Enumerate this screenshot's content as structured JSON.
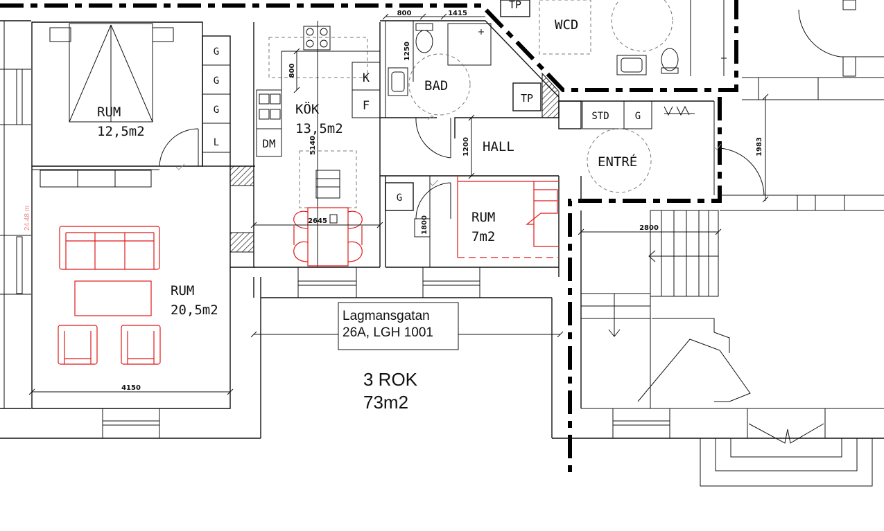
{
  "colors": {
    "furniture": "#e01818",
    "walls": "#111111",
    "background": "#ffffff"
  },
  "rooms": {
    "bedroom": {
      "name": "RUM",
      "area": "12,5m2"
    },
    "kitchen": {
      "name": "KÖK",
      "area": "13,5m2"
    },
    "bathroom": {
      "name": "BAD"
    },
    "wc": {
      "name": "WCD"
    },
    "hall": {
      "name": "HALL"
    },
    "entrance": {
      "name": "ENTRÉ"
    },
    "small_room": {
      "name": "RUM",
      "area": "7m2"
    },
    "living_room": {
      "name": "RUM",
      "area": "20,5m2"
    }
  },
  "fixtures": {
    "g1": "G",
    "g2": "G",
    "g3": "G",
    "l": "L",
    "k": "K",
    "f": "F",
    "dm": "DM",
    "tp1": "TP",
    "tp2": "TP",
    "std": "STD",
    "g_entre": "G",
    "g_small": "G"
  },
  "dimensions": {
    "d800_top": "800",
    "d1415": "1415",
    "d1250": "1250",
    "d800_kitchen": "800",
    "d5140": "5140",
    "d1200": "1200",
    "d1983": "1983",
    "d2645": "2645",
    "d1800": "1800",
    "d2800": "2800",
    "d4150": "4150",
    "d2448": "24.48 m"
  },
  "address_box": {
    "line1": "Lagmansgatan",
    "line2": "26A, LGH 1001"
  },
  "summary": {
    "rooms": "3 ROK",
    "area": "73m2"
  }
}
